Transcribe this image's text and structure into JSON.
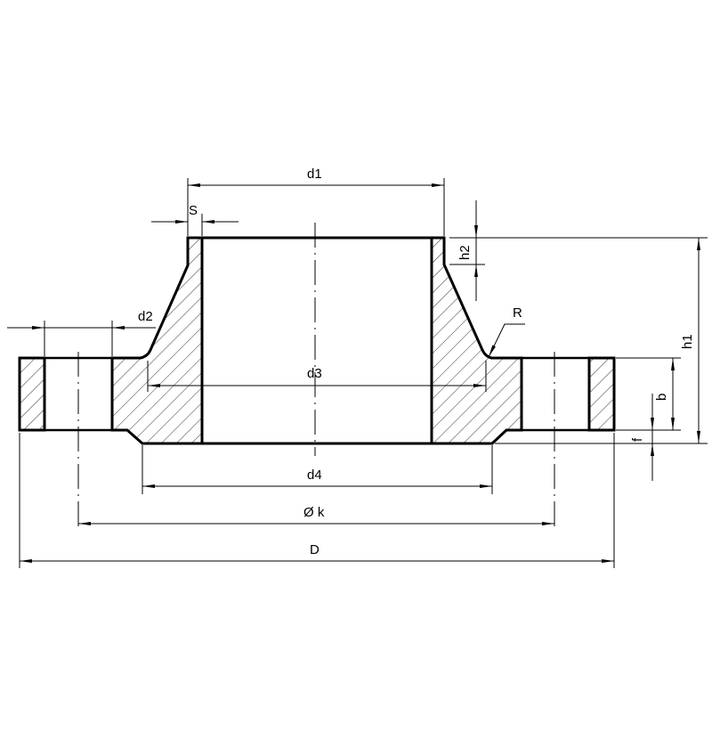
{
  "drawing": {
    "title": "Weld neck flange dimensions",
    "labels": {
      "d1": "d1",
      "S": "S",
      "d2": "d2",
      "d3": "d3",
      "d4": "d4",
      "k": "Ø k",
      "D": "D",
      "h1": "h1",
      "h2": "h2",
      "b": "b",
      "f": "f",
      "R": "R"
    },
    "colors": {
      "line": "#000000",
      "background": "#ffffff"
    }
  }
}
